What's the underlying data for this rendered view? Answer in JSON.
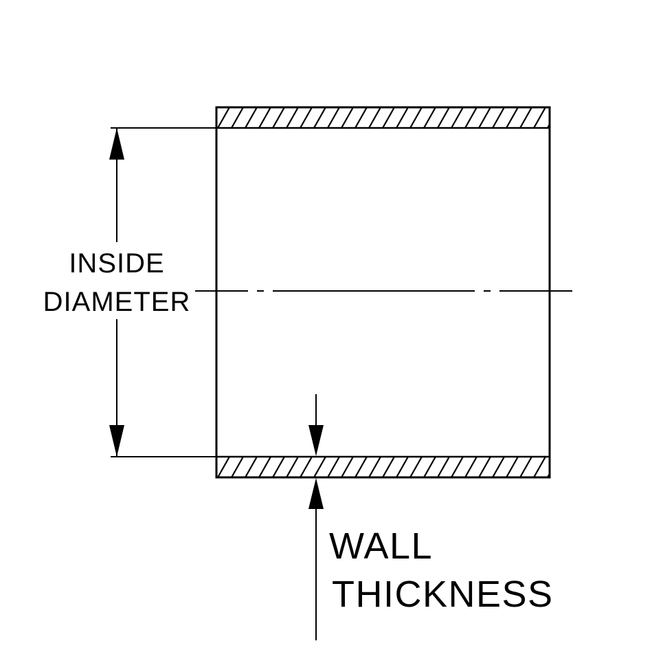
{
  "drawing": {
    "title": "hose coupler cross-section dimension diagram",
    "background": "#ffffff",
    "line_color": "#000000",
    "labels": {
      "inside_diameter": {
        "line1": "INSIDE",
        "line2": "DIAMETER"
      },
      "wall_thickness": {
        "line1": "WALL",
        "line2": "THICKNESS"
      }
    }
  }
}
